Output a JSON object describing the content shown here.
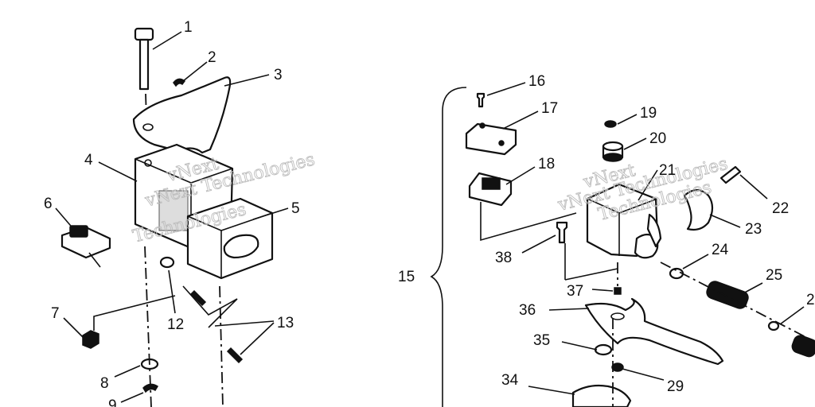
{
  "watermark": {
    "left_lines": [
      "vNext",
      "vNext Technologies",
      "Technologies"
    ],
    "right_lines": [
      "vNext",
      "vNext Technologies",
      "Technologies"
    ]
  },
  "callouts": [
    {
      "id": "c1",
      "text": "1"
    },
    {
      "id": "c2",
      "text": "2"
    },
    {
      "id": "c3",
      "text": "3"
    },
    {
      "id": "c4",
      "text": "4"
    },
    {
      "id": "c5",
      "text": "5"
    },
    {
      "id": "c6",
      "text": "6"
    },
    {
      "id": "c7",
      "text": "7"
    },
    {
      "id": "c8",
      "text": "8"
    },
    {
      "id": "c9",
      "text": "9"
    },
    {
      "id": "c12",
      "text": "12"
    },
    {
      "id": "c13",
      "text": "13"
    },
    {
      "id": "c15",
      "text": "15"
    },
    {
      "id": "c16",
      "text": "16"
    },
    {
      "id": "c17",
      "text": "17"
    },
    {
      "id": "c18",
      "text": "18"
    },
    {
      "id": "c19",
      "text": "19"
    },
    {
      "id": "c20",
      "text": "20"
    },
    {
      "id": "c21",
      "text": "21"
    },
    {
      "id": "c22",
      "text": "22"
    },
    {
      "id": "c23",
      "text": "23"
    },
    {
      "id": "c24",
      "text": "24"
    },
    {
      "id": "c25",
      "text": "25"
    },
    {
      "id": "c26",
      "text": "2"
    },
    {
      "id": "c29",
      "text": "29"
    },
    {
      "id": "c34",
      "text": "34"
    },
    {
      "id": "c35",
      "text": "35"
    },
    {
      "id": "c36",
      "text": "36"
    },
    {
      "id": "c37",
      "text": "37"
    },
    {
      "id": "c38",
      "text": "38"
    }
  ]
}
